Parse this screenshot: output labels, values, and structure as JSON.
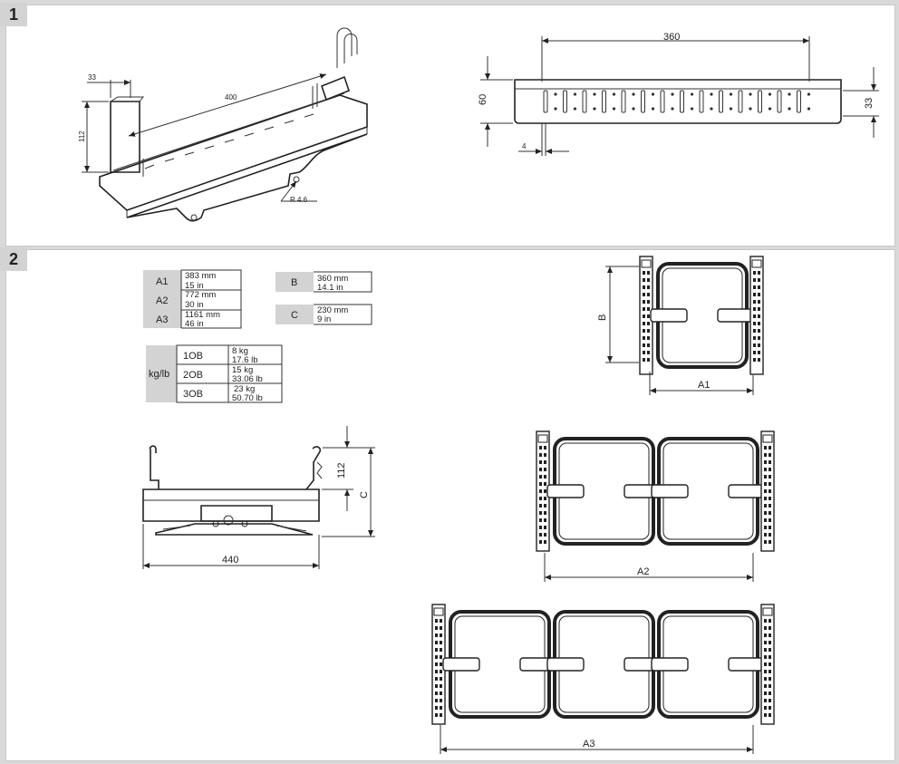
{
  "sections": [
    {
      "number": "1"
    },
    {
      "number": "2"
    }
  ],
  "view1": {
    "iso_dims": {
      "top_width": "33",
      "length": "400",
      "height": "112",
      "radius": "R 4.6"
    },
    "side_dims": {
      "length": "360",
      "height": "60",
      "slot_offset": "33",
      "edge": "4"
    }
  },
  "dims_table": [
    {
      "key": "A1",
      "mm": "383 mm",
      "in": "15 in"
    },
    {
      "key": "A2",
      "mm": "772 mm",
      "in": "30 in"
    },
    {
      "key": "A3",
      "mm": "1161 mm",
      "in": "46 in"
    }
  ],
  "b_table": {
    "key": "B",
    "mm": "360 mm",
    "in": "14.1 in"
  },
  "c_table": {
    "key": "C",
    "mm": "230 mm",
    "in": "9 in"
  },
  "weight_table": {
    "label": "kg/lb",
    "rows": [
      {
        "model": "1OB",
        "kg": "8 kg",
        "lb": "17.6 lb"
      },
      {
        "model": "2OB",
        "kg": "15 kg",
        "lb": "33.06 lb"
      },
      {
        "model": "3OB",
        "kg": "23 kg",
        "lb": "50.70 lb"
      }
    ]
  },
  "view2": {
    "front_dims": {
      "width": "440",
      "height": "112",
      "total": "C"
    },
    "top_dims": {
      "b": "B",
      "a1": "A1",
      "a2": "A2",
      "a3": "A3"
    }
  },
  "colors": {
    "panel": "#ffffff",
    "background": "#d9d9d9",
    "cell_grey": "#d3d3d3",
    "line": "#222222"
  }
}
